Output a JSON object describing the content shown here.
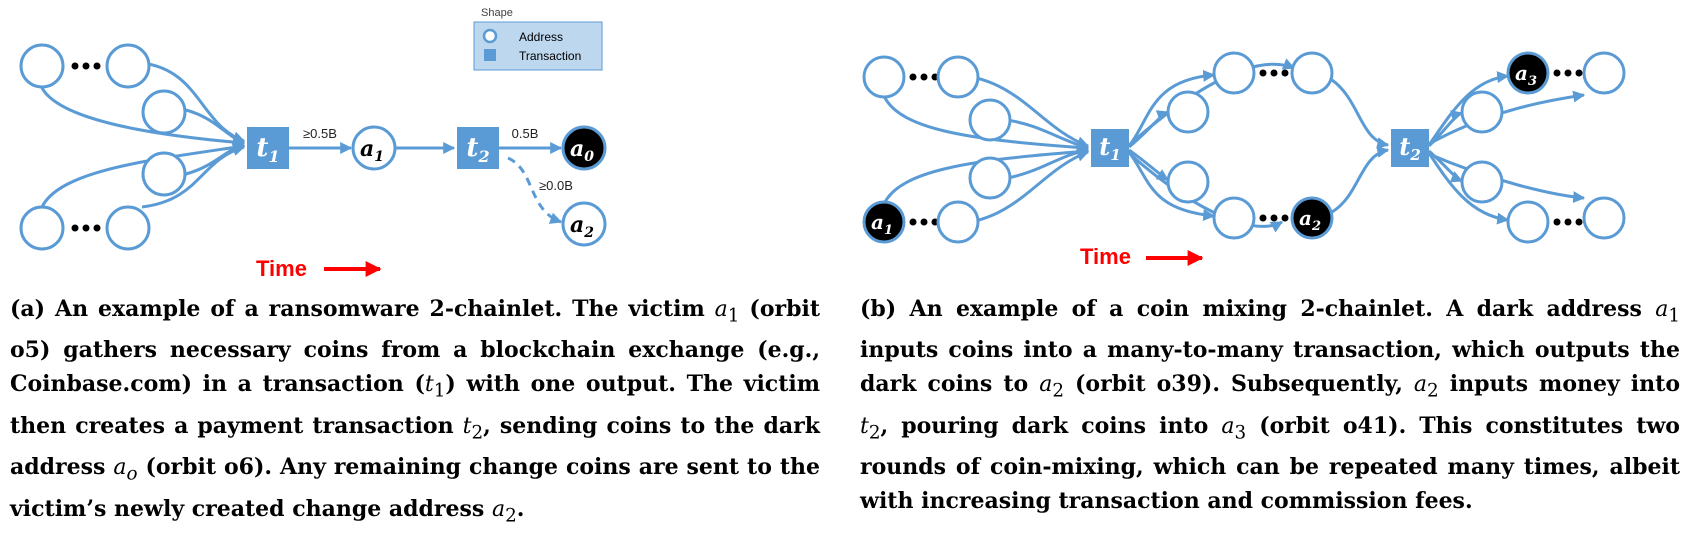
{
  "diagram_a": {
    "nodes": {
      "t1": {
        "base": "t",
        "sub": "1"
      },
      "t2": {
        "base": "t",
        "sub": "2"
      },
      "a1": {
        "base": "a",
        "sub": "1"
      },
      "a0": {
        "base": "a",
        "sub": "0"
      },
      "a2": {
        "base": "a",
        "sub": "2"
      }
    },
    "edge_labels": {
      "t1_a1": "≥0.5B",
      "t2_a0": "0.5B",
      "t2_a2": "≥0.0B"
    },
    "legend": {
      "title": "Shape",
      "address": "Address",
      "transaction": "Transaction"
    },
    "time_label": "Time"
  },
  "diagram_b": {
    "nodes": {
      "t1": {
        "base": "t",
        "sub": "1"
      },
      "t2": {
        "base": "t",
        "sub": "2"
      },
      "a1": {
        "base": "a",
        "sub": "1"
      },
      "a2": {
        "base": "a",
        "sub": "2"
      },
      "a3": {
        "base": "a",
        "sub": "3"
      }
    },
    "time_label": "Time"
  },
  "caption_a": {
    "label": "(a)",
    "s1": "An example of a ransomware 2-chainlet. The victim ",
    "v1_base": "a",
    "v1_sub": "1",
    "s2": " (orbit o5) gathers necessary coins from a blockchain exchange (e.g., Coinbase.com) in a transaction (",
    "v2_base": "t",
    "v2_sub": "1",
    "s3": ") with one output. The victim then creates a payment transaction ",
    "v3_base": "t",
    "v3_sub": "2",
    "s4": ", sending coins to the dark address ",
    "v4_base": "a",
    "v4_sub": "o",
    "s5": " (orbit o6). Any remaining change coins are sent to the victim’s newly created change address ",
    "v5_base": "a",
    "v5_sub": "2",
    "s6": "."
  },
  "caption_b": {
    "label": "(b)",
    "s1": "An example of a coin mixing 2-chainlet. A dark address ",
    "v1_base": "a",
    "v1_sub": "1",
    "s2": " inputs coins into a many-to-many transaction, which outputs the dark coins to ",
    "v2_base": "a",
    "v2_sub": "2",
    "s3": " (orbit o39). Subsequently, ",
    "v3_base": "a",
    "v3_sub": "2",
    "s4": " inputs money into ",
    "v4_base": "t",
    "v4_sub": "2",
    "s5": ", pouring dark coins into ",
    "v5_base": "a",
    "v5_sub": "3",
    "s6": " (orbit o41). This constitutes two rounds of coin-mixing, which can be repeated many times, albeit with increasing transaction and commission fees."
  },
  "colors": {
    "link": "#5b9bd5",
    "dark_node": "#000000",
    "time_arrow": "#ff0000",
    "legend_fill": "#bdd7ee"
  }
}
